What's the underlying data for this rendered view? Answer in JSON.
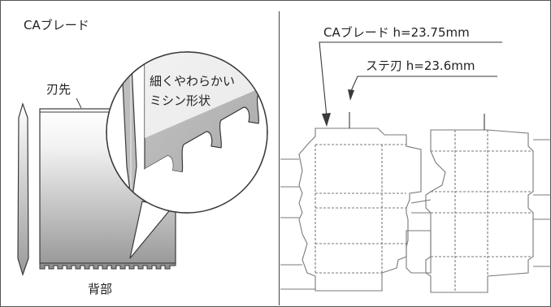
{
  "left_panel": {
    "title": "CAブレード",
    "label_tip": "刃先",
    "label_serration_line1": "細くやわらかい",
    "label_serration_line2": "ミシン形状",
    "label_back": "背部"
  },
  "right_panel": {
    "label_ca_blade": "CAブレード h=23.75mm",
    "label_steel_blade": "ステ刃 h=23.6mm"
  },
  "colors": {
    "line": "#3a3a3a",
    "dieline": "#7a7a7a",
    "gray_dark": "#8c8c8c",
    "gray_light": "#e6e6e6"
  }
}
